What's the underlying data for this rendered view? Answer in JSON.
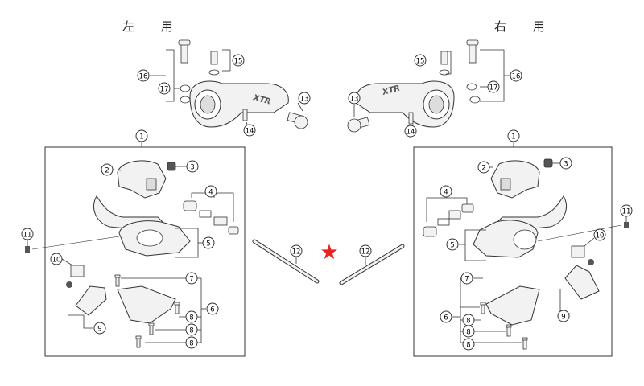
{
  "headings": {
    "left": "左 用",
    "right": "右 用"
  },
  "brand": "XTR",
  "callouts": {
    "c1": "1",
    "c2": "2",
    "c3": "3",
    "c4": "4",
    "c5": "5",
    "c6": "6",
    "c7": "7",
    "c8": "8",
    "c9": "9",
    "c10": "10",
    "c11": "11",
    "c12": "12",
    "c13": "13",
    "c14": "14",
    "c15": "15",
    "c16": "16",
    "c17": "17"
  },
  "marker": {
    "symbol": "★",
    "color": "#e8231f"
  },
  "colors": {
    "line": "#333333",
    "part_fill": "#f2f2f2",
    "part_dark": "#555555"
  }
}
